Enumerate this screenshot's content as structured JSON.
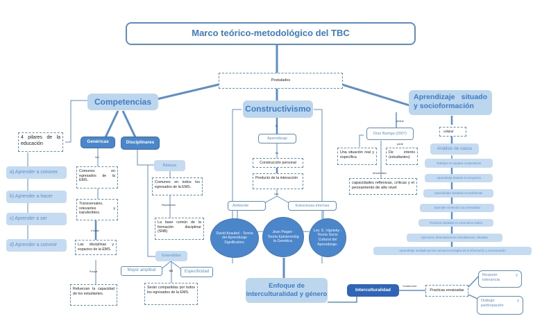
{
  "title": "Marco teórico-metodológico del TBC",
  "postulados": "Postulados",
  "competencias": {
    "heading": "Competencias",
    "pilares": {
      "heading": "4 pilares de la educación",
      "items": [
        "a) Aprender a conocer.",
        "b) Aprender a hacer",
        "c) Aprender a ser",
        "d) Aprender a convivir"
      ]
    },
    "genericas": {
      "label": "Genéricas",
      "connector_son": "son",
      "comunes": "Comunes en egresados de la EMS.",
      "transversales": "Transversales, relevantes y transferibles.",
      "connector_todas": "A todas",
      "disciplinas": "Las disciplinas y espacios de la EMS.",
      "connector_porque": "Porque",
      "refuerzan": "Refuerzan la capacidad de los estudiantes."
    },
    "disciplinares": {
      "label": "Disciplinares",
      "basicas": "Básicas",
      "comunes_todos": "Comunes en todos los egresados de la EMS.",
      "connector_representan": "Representan",
      "base_comun": "La base común de la formación disciplinar (SNB)",
      "extendidas": "Extendidas",
      "mayor_amplitud": "Mayor amplitud",
      "connector_no": "NO",
      "especificidad": "Especificidad",
      "seran": "Serán compartidas por todos los egresados de la EMS."
    }
  },
  "constructivismo": {
    "heading": "Constructivismo",
    "connector_el": "El",
    "aprendizaje": "Aprendizaje",
    "connector_es": "Es",
    "construccion": "Construcción personal",
    "producto": "Producto de la interacción",
    "connector_con": "con",
    "ambiente": "Ambiente",
    "estructuras": "Estructuras internas",
    "teorias": [
      "David Ausubel - Teoría del Aprendizaje Significativo.",
      "Jean Piaget - Teoría Epistemológ la Genética.",
      "Lev. S. Vigotsky - Teoría Socio Cultural del Aprendizaje."
    ]
  },
  "aprendizaje_situado": {
    "heading": "Aprendizaje situado y socioformación",
    "connector_define": "define",
    "diaz_barriga": "Díaz Barriga (2007)",
    "situacion_real": "Una situación real y específica",
    "connector_parte": "parte",
    "de_interes": "De interés (estudiantes)",
    "connector_desarrollan": "desarrollan",
    "capacidades": "capacidades reflexivas, críticas y el pensamiento de alto nivel",
    "utilidad": "utilidad",
    "estrategias": [
      "Análisis de casos",
      "Trabajos en equipos cooperativos",
      "Aprendizaje basado en proyectos",
      "Aprendizajes basados en problemas",
      "Aprender sirviendo a la comunidad",
      "Practicas situadas en escenarios reales",
      "Ejercicios, demostraciones simulaciones, situadas",
      "Aprendizaje mediado por las nuevas tecnologías de la información y comunicación"
    ]
  },
  "enfoque": {
    "heading": "Enfoque de interculturalidad y género",
    "interculturalidad": "Interculturalidad",
    "connector_construccion": "Construcción",
    "practicas": "Practicas enraizadas",
    "respeto": "Respeto y tolerancia",
    "dialogo": "Diálogo y participación"
  },
  "colors": {
    "line": "#5b8ec9",
    "light_fill": "#bcd6ee",
    "dark_fill": "#4a86c9",
    "navy_fill": "#2f64b8",
    "title_text": "#3d7cc4"
  }
}
